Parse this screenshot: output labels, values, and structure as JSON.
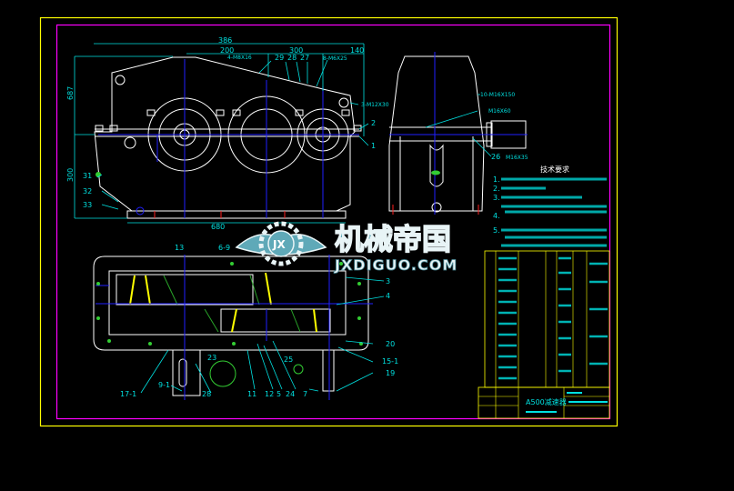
{
  "colors": {
    "background": "#000000",
    "outer_border": "#ffff00",
    "inner_border": "#ff00ff",
    "outline": "#ffffff",
    "centerline": "#2020ff",
    "dimension": "#00e0e0",
    "hatch": "#33cc33"
  },
  "front_view": {
    "dimensions": {
      "overall_width": "386",
      "span_1": "200",
      "span_2": "300",
      "span_3": "140",
      "height": "687",
      "base_height": "300",
      "base_length": "680"
    },
    "callouts": {
      "bolts_top": "4-M8X16",
      "p29": "29",
      "p28": "28",
      "p27": "27",
      "bolts_right": "8-M6X25",
      "bolts_side": "3-M12X30",
      "p2": "2",
      "p1": "1",
      "p31": "31",
      "p32": "32",
      "p33": "33"
    }
  },
  "side_view": {
    "callouts": {
      "bolts_long": "10-M16X150",
      "bolts_mid": "M16X60",
      "p26": "26",
      "bolts_short": "M16X35"
    }
  },
  "plan_view": {
    "callouts": {
      "p13": "13",
      "p6_9": "6-9",
      "p3": "3",
      "p4": "4",
      "p20": "20",
      "p15_1": "15-1",
      "p19": "19",
      "p17_1": "17-1",
      "p9_1": "9-1",
      "p23": "23",
      "p28": "28",
      "p11": "11",
      "p12": "12",
      "p5": "5",
      "p24": "24",
      "p7": "7",
      "p25": "25"
    }
  },
  "technical_requirements": {
    "title": "技术要求",
    "items": [
      "1.",
      "2.",
      "3.",
      "4.",
      "5."
    ]
  },
  "title_block": {
    "drawing_name": "A500减速器"
  },
  "watermark": {
    "cn": "机械帝国",
    "en": "JXDIGUO.COM",
    "emblem": "JX"
  }
}
